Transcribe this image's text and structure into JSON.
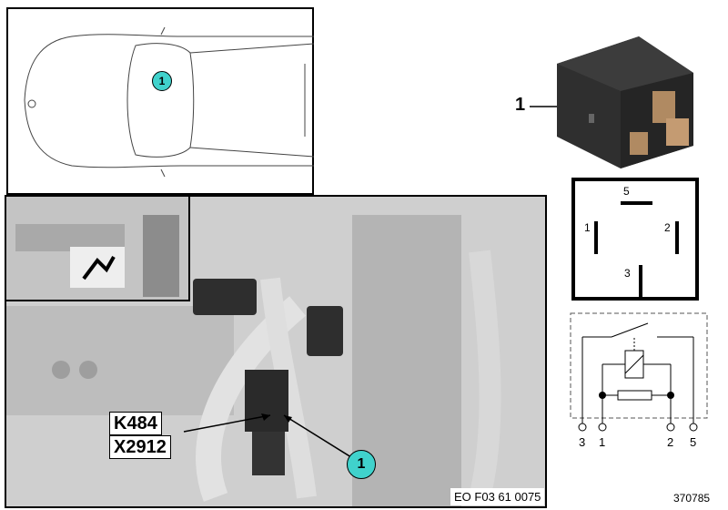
{
  "colors": {
    "callout": "#40d2cc",
    "photo_bg": "#c9c9c9",
    "relay_body": "#2f2f2f"
  },
  "car_view": {
    "callout": "1"
  },
  "photo": {
    "labels": [
      "K484",
      "X2912"
    ],
    "callout": "1",
    "caption": "EO F03 61 0075"
  },
  "relay": {
    "item_number": "1"
  },
  "pinout": {
    "pins": [
      "5",
      "1",
      "2",
      "3"
    ]
  },
  "schematic": {
    "terminals": [
      "3",
      "1",
      "2",
      "5"
    ]
  },
  "figure_id": "370785"
}
